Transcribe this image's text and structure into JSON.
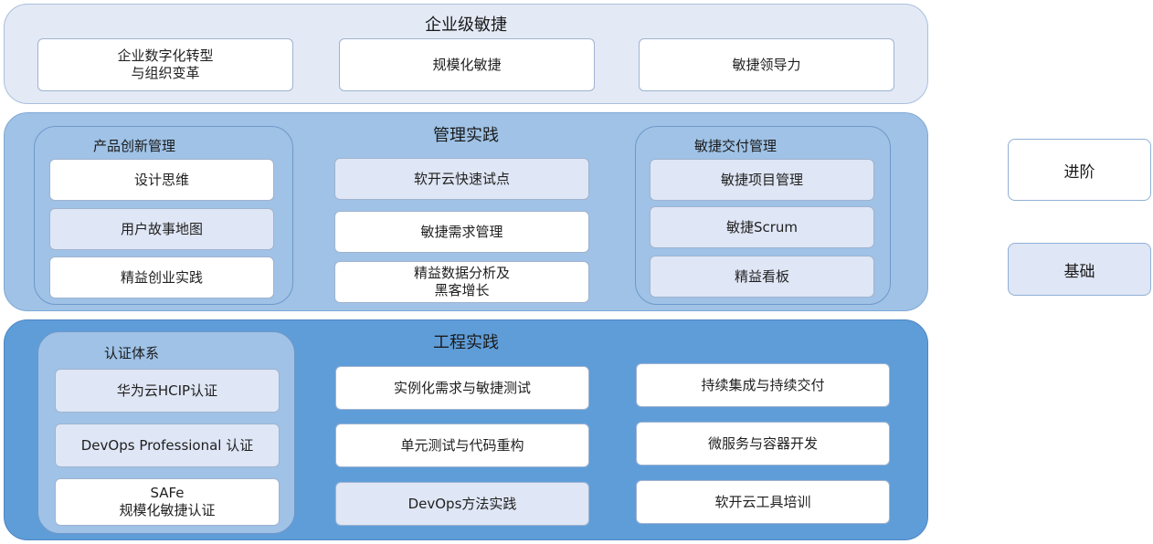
{
  "enterprise": {
    "title": "企业级敏捷",
    "items": [
      "企业数字化转型\n与组织变革",
      "规模化敏捷",
      "敏捷领导力"
    ]
  },
  "management": {
    "title": "管理实践",
    "product": {
      "title": "产品创新管理",
      "items": [
        "设计思维",
        "用户故事地图",
        "精益创业实践"
      ]
    },
    "middle": [
      "软开云快速试点",
      "敏捷需求管理",
      "精益数据分析及\n黑客增长"
    ],
    "delivery": {
      "title": "敏捷交付管理",
      "items": [
        "敏捷项目管理",
        "敏捷Scrum",
        "精益看板"
      ]
    }
  },
  "engineering": {
    "title": "工程实践",
    "cert": {
      "title": "认证体系",
      "items": [
        "华为云HCIP认证",
        "DevOps Professional 认证",
        "SAFe\n规模化敏捷认证"
      ]
    },
    "middle": [
      "实例化需求与敏捷测试",
      "单元测试与代码重构",
      "DevOps方法实践"
    ],
    "right": [
      "持续集成与持续交付",
      "微服务与容器开发",
      "软开云工具培训"
    ]
  },
  "legend": {
    "advanced": "进阶",
    "basic": "基础"
  },
  "colors": {
    "enterprise_band": "#e3eaf6",
    "management_band": "#9fc2e6",
    "engineering_band": "#5f9dd9",
    "advanced_box": "#ffffff",
    "basic_box": "#dfe6f5"
  }
}
